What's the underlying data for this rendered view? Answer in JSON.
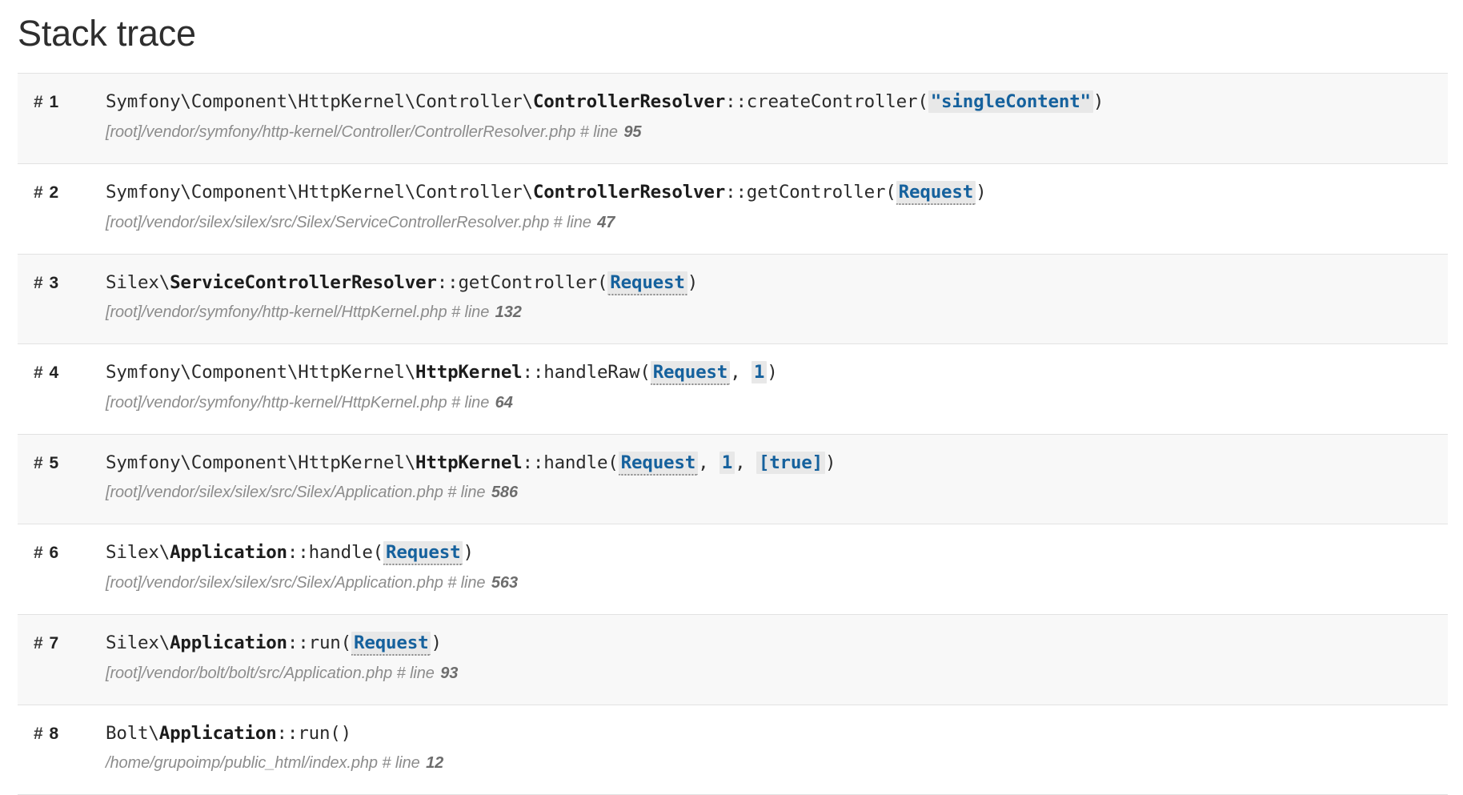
{
  "page": {
    "title": "Stack trace",
    "title_color": "#2e2e2e",
    "accent_color": "#15619d",
    "row_alt_background": "#f8f8f8",
    "row_background": "#ffffff",
    "border_color": "#e2e2e2",
    "path_color": "#8c8c8c",
    "arg_background": "#e8e8e8"
  },
  "labels": {
    "hash": "#",
    "line_label": "# line"
  },
  "frames": [
    {
      "index": "1",
      "namespace": "Symfony\\Component\\HttpKernel\\Controller\\",
      "class": "ControllerResolver",
      "separator": "::",
      "method": "createController",
      "args": [
        {
          "text": "\"singleContent\"",
          "kind": "str"
        }
      ],
      "file": "[root]/vendor/symfony/http-kernel/Controller/ControllerResolver.php",
      "line": "95"
    },
    {
      "index": "2",
      "namespace": "Symfony\\Component\\HttpKernel\\Controller\\",
      "class": "ControllerResolver",
      "separator": "::",
      "method": "getController",
      "args": [
        {
          "text": "Request",
          "kind": "obj"
        }
      ],
      "file": "[root]/vendor/silex/silex/src/Silex/ServiceControllerResolver.php",
      "line": "47"
    },
    {
      "index": "3",
      "namespace": "Silex\\",
      "class": "ServiceControllerResolver",
      "separator": "::",
      "method": "getController",
      "args": [
        {
          "text": "Request",
          "kind": "obj"
        }
      ],
      "file": "[root]/vendor/symfony/http-kernel/HttpKernel.php",
      "line": "132"
    },
    {
      "index": "4",
      "namespace": "Symfony\\Component\\HttpKernel\\",
      "class": "HttpKernel",
      "separator": "::",
      "method": "handleRaw",
      "args": [
        {
          "text": "Request",
          "kind": "obj"
        },
        {
          "text": "1",
          "kind": "num"
        }
      ],
      "file": "[root]/vendor/symfony/http-kernel/HttpKernel.php",
      "line": "64"
    },
    {
      "index": "5",
      "namespace": "Symfony\\Component\\HttpKernel\\",
      "class": "HttpKernel",
      "separator": "::",
      "method": "handle",
      "args": [
        {
          "text": "Request",
          "kind": "obj"
        },
        {
          "text": "1",
          "kind": "num"
        },
        {
          "text": "[true]",
          "kind": "bool"
        }
      ],
      "file": "[root]/vendor/silex/silex/src/Silex/Application.php",
      "line": "586"
    },
    {
      "index": "6",
      "namespace": "Silex\\",
      "class": "Application",
      "separator": "::",
      "method": "handle",
      "args": [
        {
          "text": "Request",
          "kind": "obj"
        }
      ],
      "file": "[root]/vendor/silex/silex/src/Silex/Application.php",
      "line": "563"
    },
    {
      "index": "7",
      "namespace": "Silex\\",
      "class": "Application",
      "separator": "::",
      "method": "run",
      "args": [
        {
          "text": "Request",
          "kind": "obj"
        }
      ],
      "file": "[root]/vendor/bolt/bolt/src/Application.php",
      "line": "93"
    },
    {
      "index": "8",
      "namespace": "Bolt\\",
      "class": "Application",
      "separator": "::",
      "method": "run",
      "args": [],
      "file": "/home/grupoimp/public_html/index.php",
      "line": "12"
    }
  ]
}
